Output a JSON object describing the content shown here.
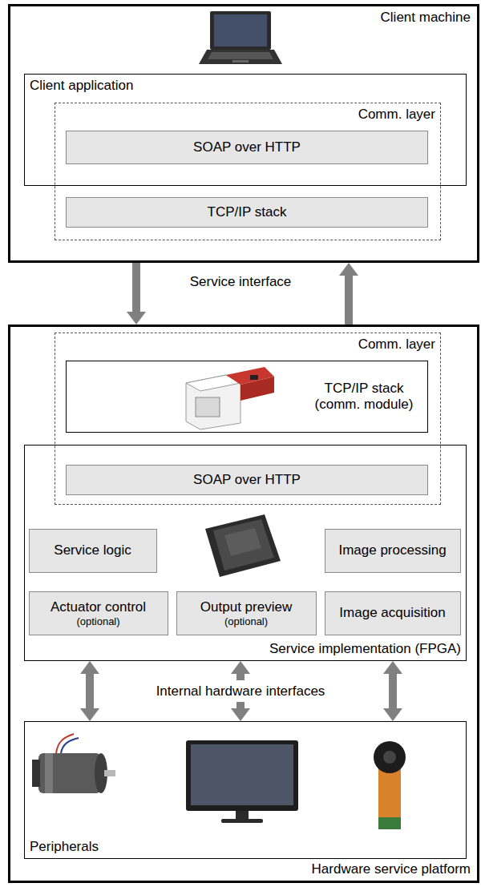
{
  "diagram": {
    "nodes": [
      {
        "text": [
          "Client machine"
        ]
      },
      {
        "text": [
          "Client application"
        ],
        "in": 0
      },
      {
        "text": [
          "Comm. layer"
        ],
        "in": 0
      },
      {
        "text": [
          "SOAP over HTTP"
        ],
        "in": 2
      },
      {
        "text": [
          "TCP/IP stack"
        ],
        "in": 2
      },
      {
        "text": [
          "Hardware service platform"
        ]
      },
      {
        "text": [
          "Comm. layer"
        ],
        "in": 5
      },
      {
        "text": [
          "TCP/IP stack (comm. module)"
        ],
        "in": 6
      },
      {
        "text": [
          "Service implementation (FPGA)"
        ],
        "in": 5
      },
      {
        "text": [
          "SOAP over HTTP"
        ],
        "in": 6
      },
      {
        "text": [
          "Service logic"
        ],
        "in": 8
      },
      {
        "text": [
          "Image processing"
        ],
        "in": 8
      },
      {
        "text": [
          "Actuator control",
          "(optional)"
        ],
        "in": 8
      },
      {
        "text": [
          "Output preview",
          "(optional)"
        ],
        "in": 8
      },
      {
        "text": [
          "Image acquisition"
        ],
        "in": 8
      },
      {
        "text": [
          "Peripherals"
        ],
        "in": 5
      }
    ],
    "edges": [
      {
        "from": 0,
        "to": 5,
        "arrow": "to"
      },
      {
        "from": 5,
        "to": 0,
        "arrow": "to"
      },
      {
        "from": 8,
        "to": 15,
        "arrow": "both"
      },
      {
        "from": 8,
        "to": 15,
        "arrow": "both"
      },
      {
        "from": 8,
        "to": 15,
        "arrow": "both"
      }
    ],
    "labels": [
      "Service interface",
      "Internal hardware interfaces"
    ]
  }
}
